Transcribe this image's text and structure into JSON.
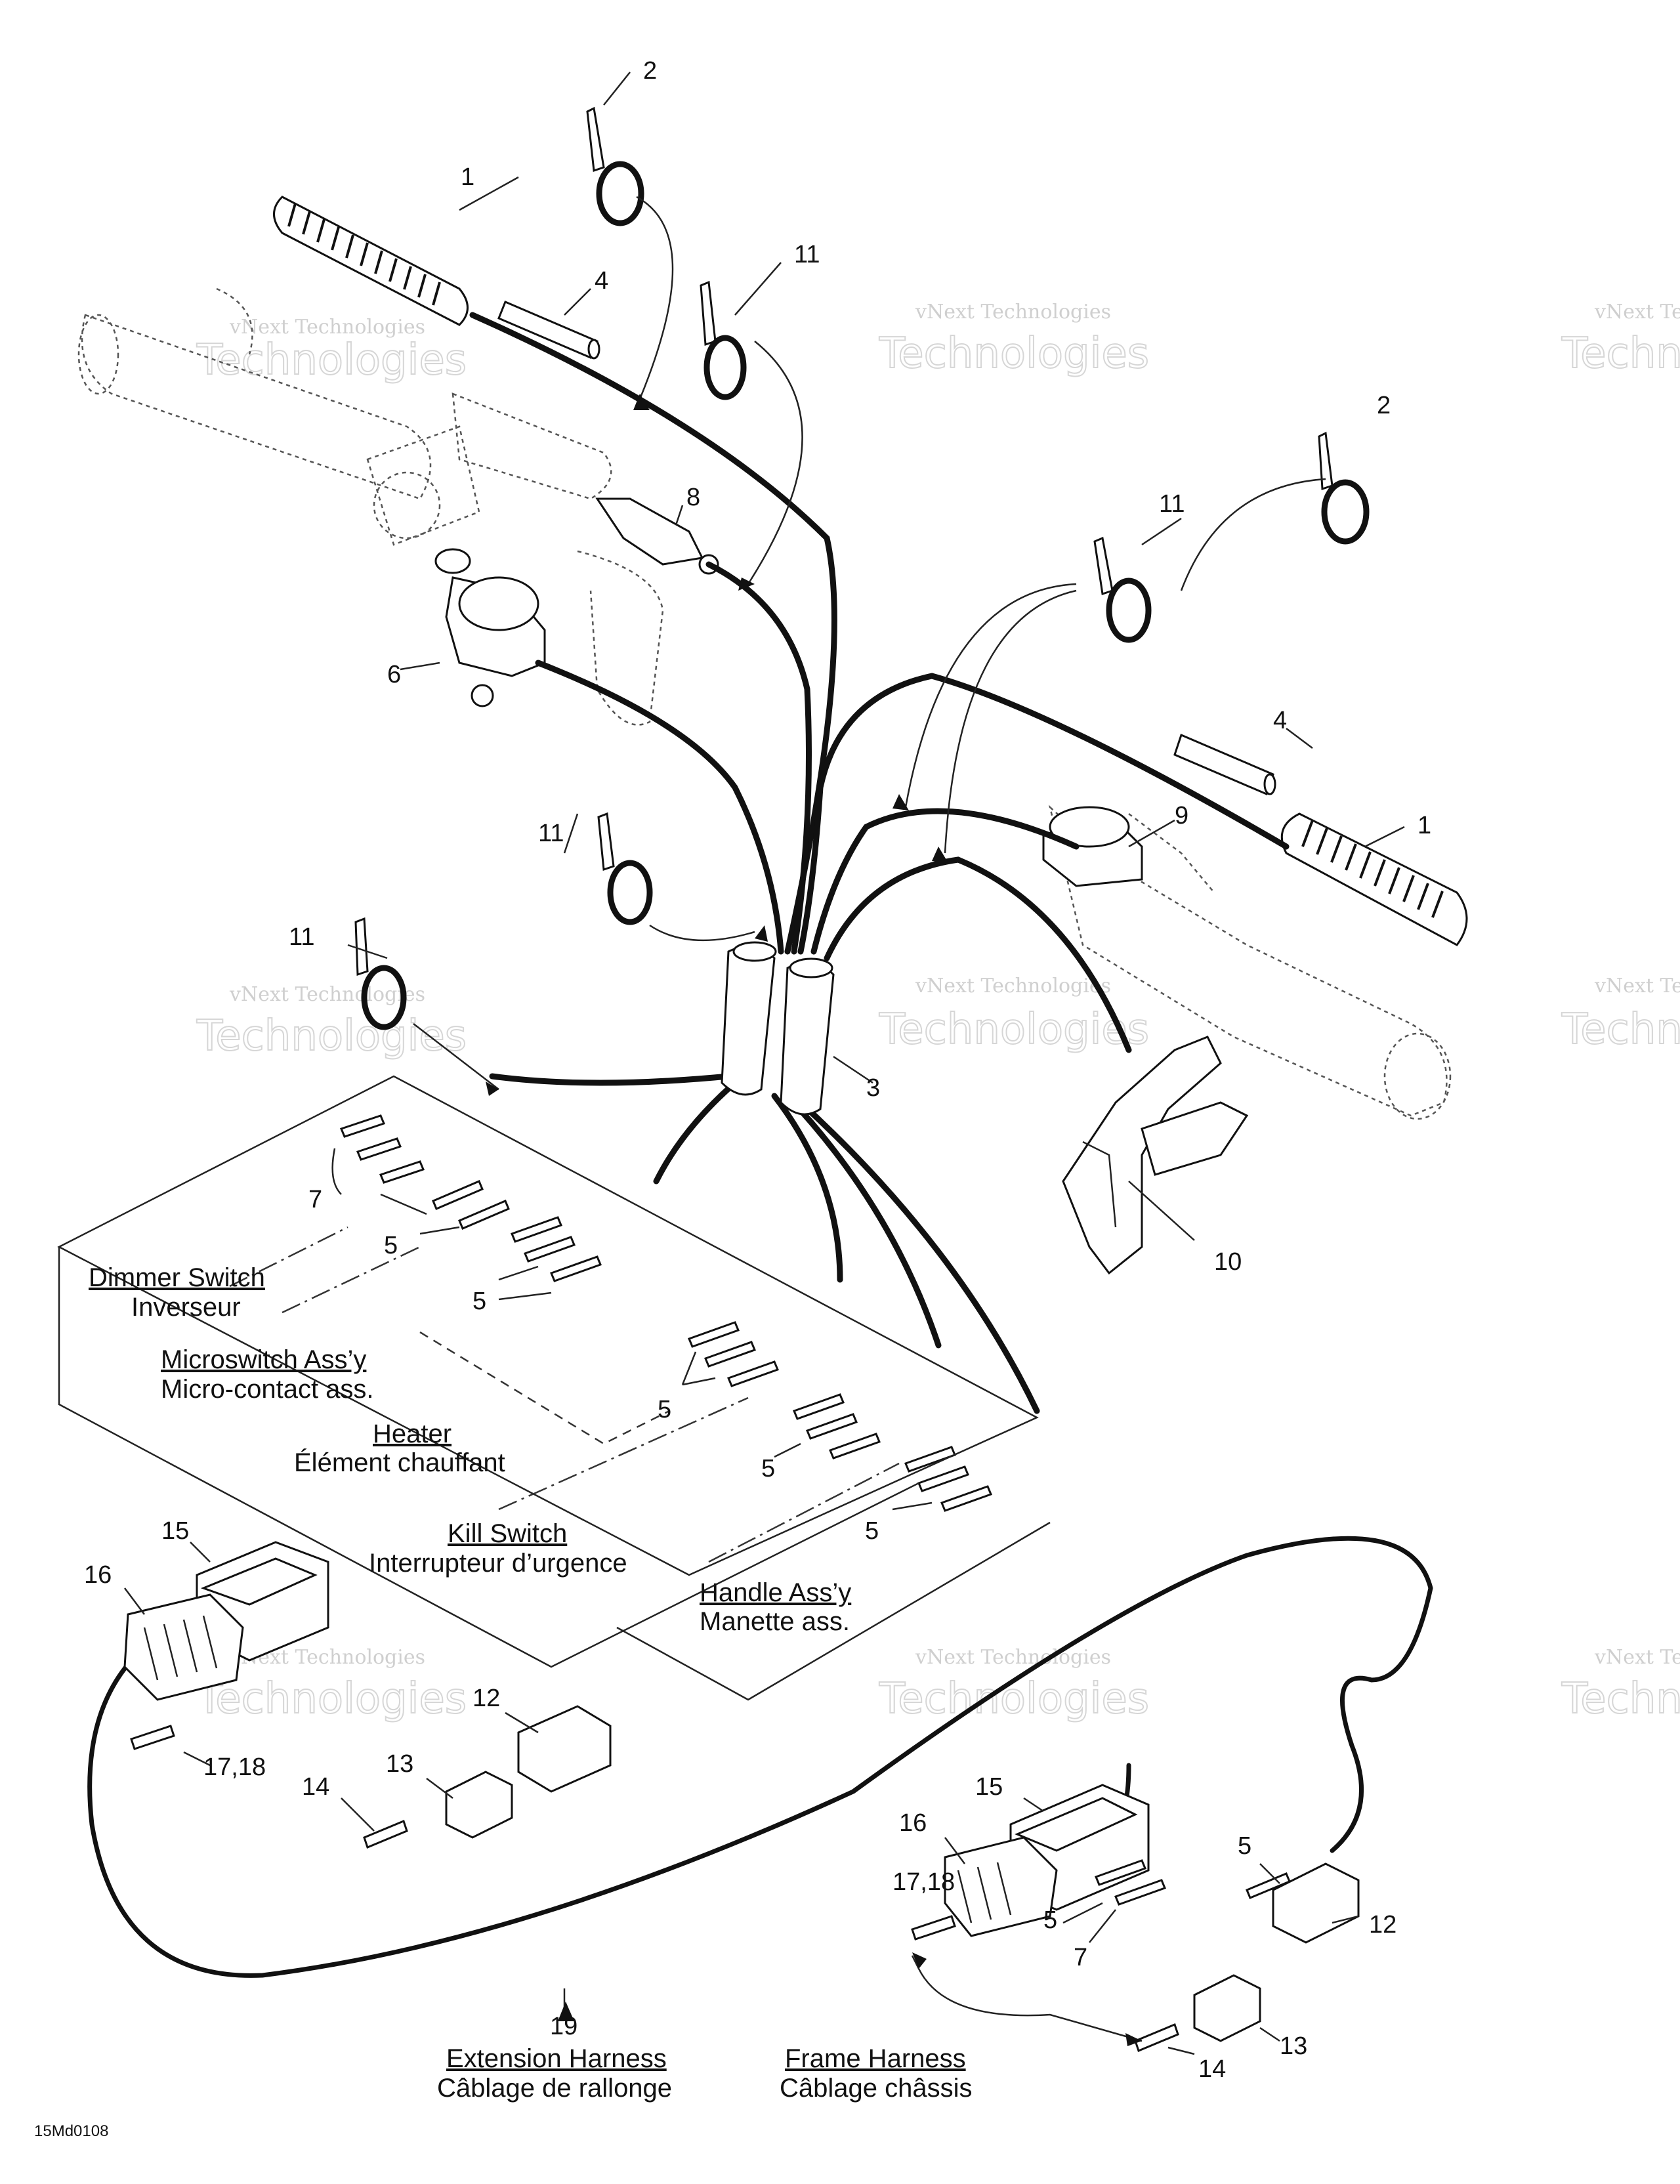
{
  "parts": [
    {
      "key": "grip_left",
      "num": "1"
    },
    {
      "key": "grip_right",
      "num": "1"
    },
    {
      "key": "tie_top_left",
      "num": "2"
    },
    {
      "key": "tie_top_right",
      "num": "2"
    },
    {
      "key": "sleeve",
      "num": "3"
    },
    {
      "key": "tube_left",
      "num": "4"
    },
    {
      "key": "tube_right",
      "num": "4"
    },
    {
      "key": "kill_switch",
      "num": "6"
    },
    {
      "key": "connector_8",
      "num": "8"
    },
    {
      "key": "dimmer_switch",
      "num": "9"
    },
    {
      "key": "throttle_lever",
      "num": "10"
    },
    {
      "key": "tie_11a",
      "num": "11"
    },
    {
      "key": "tie_11b",
      "num": "11"
    },
    {
      "key": "tie_11c",
      "num": "11"
    },
    {
      "key": "tie_11d",
      "num": "11"
    },
    {
      "key": "terminals_7",
      "num": "7"
    },
    {
      "key": "terminals_5a",
      "num": "5"
    },
    {
      "key": "terminals_5b",
      "num": "5"
    },
    {
      "key": "terminals_5c",
      "num": "5"
    },
    {
      "key": "terminals_5d",
      "num": "5"
    },
    {
      "key": "terminals_5e",
      "num": "5"
    },
    {
      "key": "housing_15_left",
      "num": "15"
    },
    {
      "key": "housing_16_left",
      "num": "16"
    },
    {
      "key": "pin_1718_left",
      "num": "17,18"
    },
    {
      "key": "connector_12_left",
      "num": "12"
    },
    {
      "key": "connector_13_left",
      "num": "13"
    },
    {
      "key": "pin_14_left",
      "num": "14"
    },
    {
      "key": "housing_15_right",
      "num": "15"
    },
    {
      "key": "housing_16_right",
      "num": "16"
    },
    {
      "key": "pin_1718_right",
      "num": "17,18"
    },
    {
      "key": "terminal_5_right",
      "num": "5"
    },
    {
      "key": "terminal_5_right_b",
      "num": "5"
    },
    {
      "key": "terminal_7_right",
      "num": "7"
    },
    {
      "key": "connector_12_right",
      "num": "12"
    },
    {
      "key": "connector_13_right",
      "num": "13"
    },
    {
      "key": "pin_14_right",
      "num": "14"
    },
    {
      "key": "extension_harness",
      "num": "19"
    }
  ],
  "labels": {
    "dimmer_en": "Dimmer Switch",
    "dimmer_fr": "Inverseur",
    "microswitch_en": "Microswitch Ass’y",
    "microswitch_fr": "Micro-contact ass.",
    "heater_en": "Heater",
    "heater_fr": "Élément chauffant",
    "kill_en": "Kill Switch",
    "kill_fr": "Interrupteur d’urgence",
    "handle_en": "Handle Ass’y",
    "handle_fr": "Manette ass.",
    "extension_en": "Extension Harness",
    "extension_fr": "Câblage de rallonge",
    "frame_en": "Frame Harness",
    "frame_fr": "Câblage châssis"
  },
  "figure_code": "15Md0108",
  "watermark": {
    "line1": "vNext Technologies",
    "line2": "Technologies",
    "line3": "vNext"
  }
}
